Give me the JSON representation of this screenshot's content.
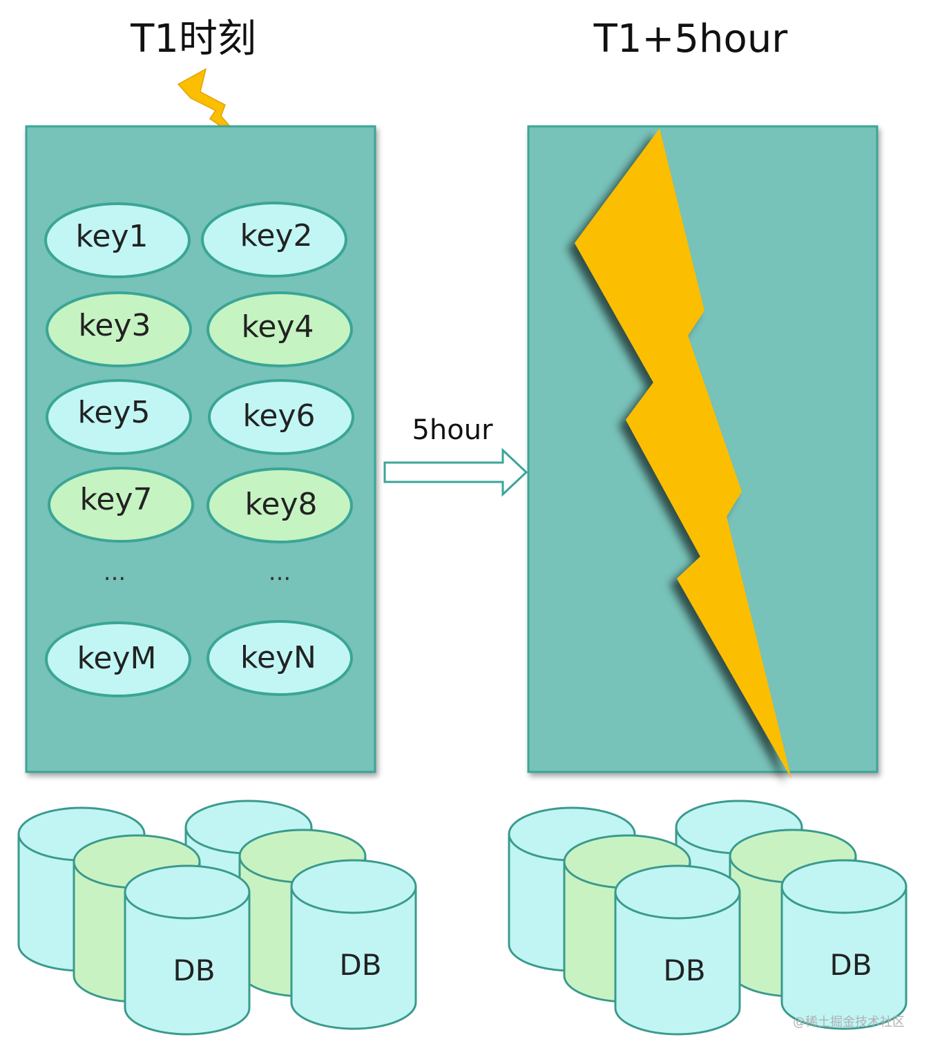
{
  "titles": {
    "left": "T1时刻",
    "right": "T1+5hour"
  },
  "arrow": {
    "label": "5hour"
  },
  "keys": [
    {
      "label": "key1",
      "tone": "cyan"
    },
    {
      "label": "key2",
      "tone": "cyan"
    },
    {
      "label": "key3",
      "tone": "green"
    },
    {
      "label": "key4",
      "tone": "green"
    },
    {
      "label": "key5",
      "tone": "cyan"
    },
    {
      "label": "key6",
      "tone": "cyan"
    },
    {
      "label": "key7",
      "tone": "green"
    },
    {
      "label": "key8",
      "tone": "green"
    },
    {
      "label": "keyM",
      "tone": "cyan"
    },
    {
      "label": "keyN",
      "tone": "cyan"
    }
  ],
  "ellipsis": "...",
  "db_label": "DB",
  "watermark": "@稀土掘金技术社区",
  "colors": {
    "panel": "#77c2b9",
    "panel_border": "#3aa596",
    "key_cyan": "#c1f6f4",
    "key_green": "#c6f3c2",
    "key_border": "#3aa596",
    "lightning": "#fbbe00",
    "db_cyan": "#c0f5f4",
    "db_green": "#c9f2c3",
    "db_stroke": "#3a9a8c"
  }
}
